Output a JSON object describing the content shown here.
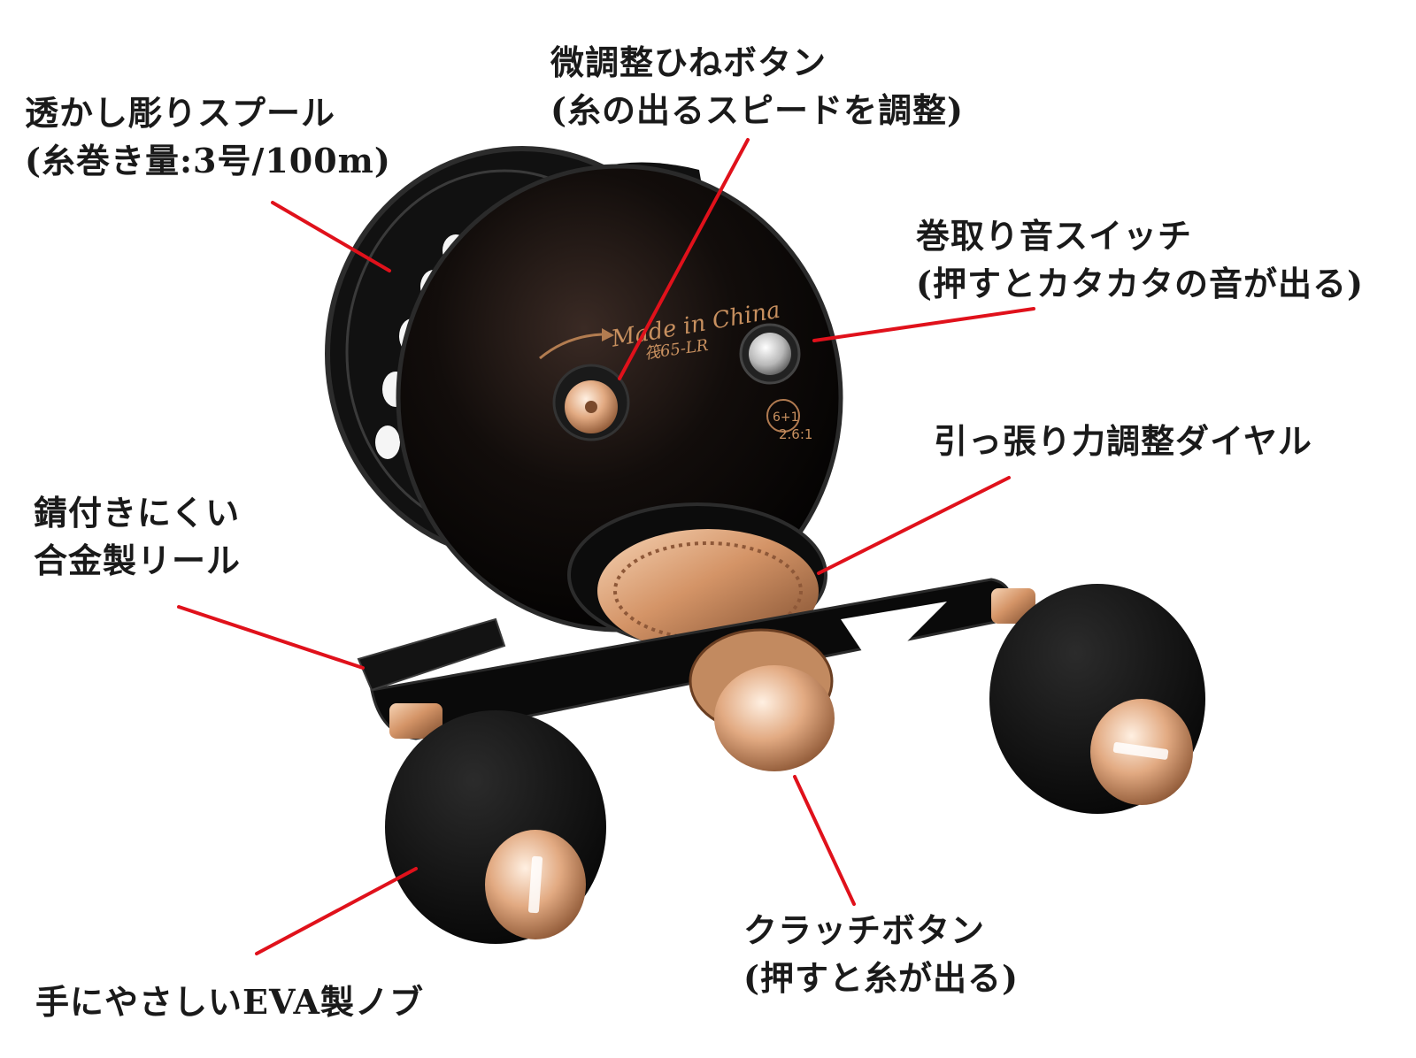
{
  "colors": {
    "leader_line": "#e0111b",
    "label_text": "#1a1a1a",
    "reel_body": "#0b0b0b",
    "accent_gold": "#d8a074"
  },
  "reel": {
    "brand_text": "Made in China",
    "model_text": "筏65-LR",
    "ratio_text": "2.6:1",
    "bearing_text": "6+1"
  },
  "callouts": {
    "spool": {
      "line1": "透かし彫りスプール",
      "line2": "(糸巻き量:3号/100m)"
    },
    "fine": {
      "line1": "微調整ひねボタン",
      "line2": "(糸の出るスピードを調整)"
    },
    "sound": {
      "line1": "巻取り音スイッチ",
      "line2": "(押すとカタカタの音が出る)"
    },
    "tension": {
      "line1": "引っ張り力調整ダイヤル"
    },
    "alloy": {
      "line1": "錆付きにくい",
      "line2": "合金製リール"
    },
    "clutch": {
      "line1": "クラッチボタン",
      "line2": "(押すと糸が出る)"
    },
    "knob": {
      "line1": "手にやさしいEVA製ノブ"
    }
  }
}
